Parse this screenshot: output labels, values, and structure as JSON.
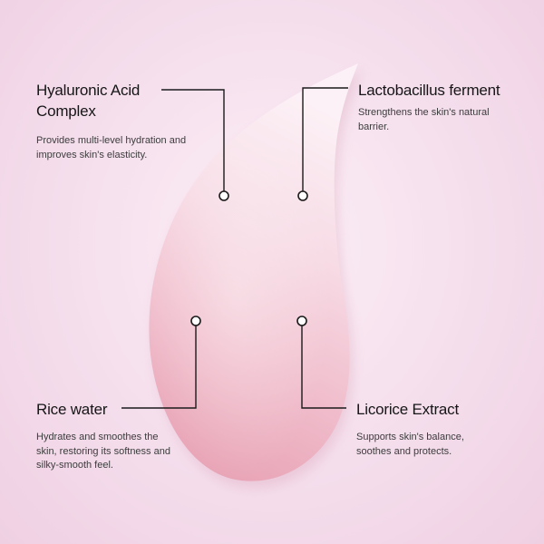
{
  "ingredients": [
    {
      "title_lines": [
        "Hyaluronic Acid",
        "Complex"
      ],
      "description": "Provides multi-level hydration and improves skin's elasticity."
    },
    {
      "title_lines": [
        "Lactobacillus ferment"
      ],
      "description": "Strengthens the skin's natural barrier."
    },
    {
      "title_lines": [
        "Rice water"
      ],
      "description": "Hydrates and smoothes the skin, restoring its softness and silky-smooth feel."
    },
    {
      "title_lines": [
        "Licorice Extract"
      ],
      "description": "Supports skin's balance, soothes and protects."
    }
  ],
  "colors": {
    "background": "#f6e1ee",
    "cream_light": "#fbeef3",
    "cream_dark": "#eaa7b8",
    "text": "#161616",
    "line": "#1a1a1a",
    "dot_fill": "#ffffff"
  }
}
